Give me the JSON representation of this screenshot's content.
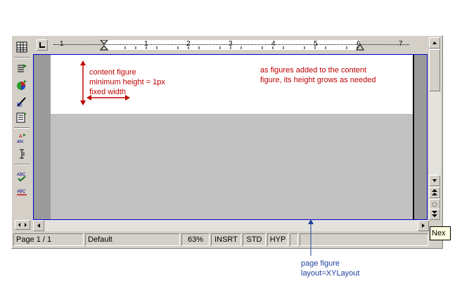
{
  "ruler": {
    "labels": [
      "1",
      "1",
      "2",
      "3",
      "4",
      "5",
      "6",
      "7"
    ]
  },
  "annotations": {
    "content": [
      "content figure",
      "minimum height = 1px",
      "fixed width"
    ],
    "grow": [
      "as figures added to the content",
      "figure, its height grows as needed"
    ],
    "page": [
      "page figure",
      "layout=XYLayout"
    ]
  },
  "status": {
    "page": "Page 1 / 1",
    "style": "Default",
    "zoom": "63%",
    "insert": "INSRT",
    "selection": "STD",
    "hyphen": "HYP"
  },
  "tooltip": "Nex",
  "toolbar": {
    "icons": [
      "table-icon",
      "insert-field-icon",
      "chart-icon",
      "draw-icon",
      "insert-object-icon",
      "autotext-icon",
      "text-cursor-icon",
      "spellcheck-icon",
      "autospellcheck-icon"
    ]
  },
  "colors": {
    "annotation_red": "#c00000",
    "annotation_blue": "#1f3fa0",
    "page_border": "#0000cc",
    "gray_area": "#c0c0c0"
  }
}
